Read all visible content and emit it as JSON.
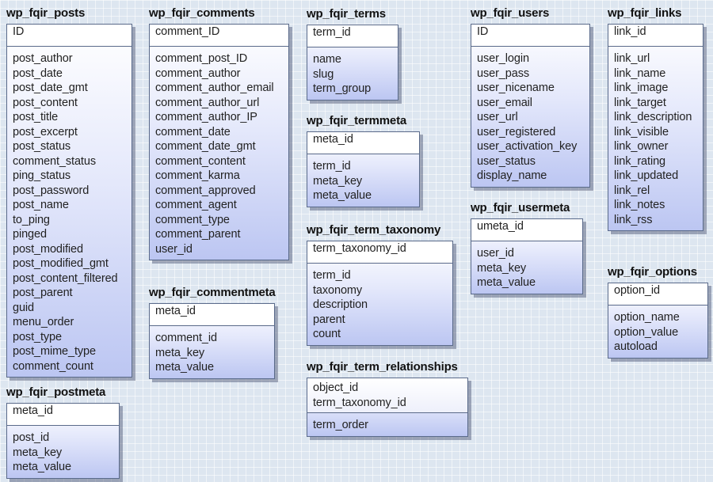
{
  "tables": [
    {
      "id": "posts",
      "name": "wp_fqir_posts",
      "pk": [
        "ID"
      ],
      "columns": [
        "post_author",
        "post_date",
        "post_date_gmt",
        "post_content",
        "post_title",
        "post_excerpt",
        "post_status",
        "comment_status",
        "ping_status",
        "post_password",
        "post_name",
        "to_ping",
        "pinged",
        "post_modified",
        "post_modified_gmt",
        "post_content_filtered",
        "post_parent",
        "guid",
        "menu_order",
        "post_type",
        "post_mime_type",
        "comment_count"
      ]
    },
    {
      "id": "postmeta",
      "name": "wp_fqir_postmeta",
      "pk": [
        "meta_id"
      ],
      "columns": [
        "post_id",
        "meta_key",
        "meta_value"
      ]
    },
    {
      "id": "comments",
      "name": "wp_fqir_comments",
      "pk": [
        "comment_ID"
      ],
      "columns": [
        "comment_post_ID",
        "comment_author",
        "comment_author_email",
        "comment_author_url",
        "comment_author_IP",
        "comment_date",
        "comment_date_gmt",
        "comment_content",
        "comment_karma",
        "comment_approved",
        "comment_agent",
        "comment_type",
        "comment_parent",
        "user_id"
      ]
    },
    {
      "id": "commentmeta",
      "name": "wp_fqir_commentmeta",
      "pk": [
        "meta_id"
      ],
      "columns": [
        "comment_id",
        "meta_key",
        "meta_value"
      ]
    },
    {
      "id": "terms",
      "name": "wp_fqir_terms",
      "pk": [
        "term_id"
      ],
      "columns": [
        "name",
        "slug",
        "term_group"
      ]
    },
    {
      "id": "termmeta",
      "name": "wp_fqir_termmeta",
      "pk": [
        "meta_id"
      ],
      "columns": [
        "term_id",
        "meta_key",
        "meta_value"
      ]
    },
    {
      "id": "term_taxonomy",
      "name": "wp_fqir_term_taxonomy",
      "pk": [
        "term_taxonomy_id"
      ],
      "columns": [
        "term_id",
        "taxonomy",
        "description",
        "parent",
        "count"
      ]
    },
    {
      "id": "term_relationships",
      "name": "wp_fqir_term_relationships",
      "pk": [
        "object_id",
        "term_taxonomy_id"
      ],
      "columns": [
        "term_order"
      ]
    },
    {
      "id": "users",
      "name": "wp_fqir_users",
      "pk": [
        "ID"
      ],
      "columns": [
        "user_login",
        "user_pass",
        "user_nicename",
        "user_email",
        "user_url",
        "user_registered",
        "user_activation_key",
        "user_status",
        "display_name"
      ]
    },
    {
      "id": "usermeta",
      "name": "wp_fqir_usermeta",
      "pk": [
        "umeta_id"
      ],
      "columns": [
        "user_id",
        "meta_key",
        "meta_value"
      ]
    },
    {
      "id": "links",
      "name": "wp_fqir_links",
      "pk": [
        "link_id"
      ],
      "columns": [
        "link_url",
        "link_name",
        "link_image",
        "link_target",
        "link_description",
        "link_visible",
        "link_owner",
        "link_rating",
        "link_updated",
        "link_rel",
        "link_notes",
        "link_rss"
      ]
    },
    {
      "id": "options",
      "name": "wp_fqir_options",
      "pk": [
        "option_id"
      ],
      "columns": [
        "option_name",
        "option_value",
        "autoload"
      ]
    }
  ]
}
